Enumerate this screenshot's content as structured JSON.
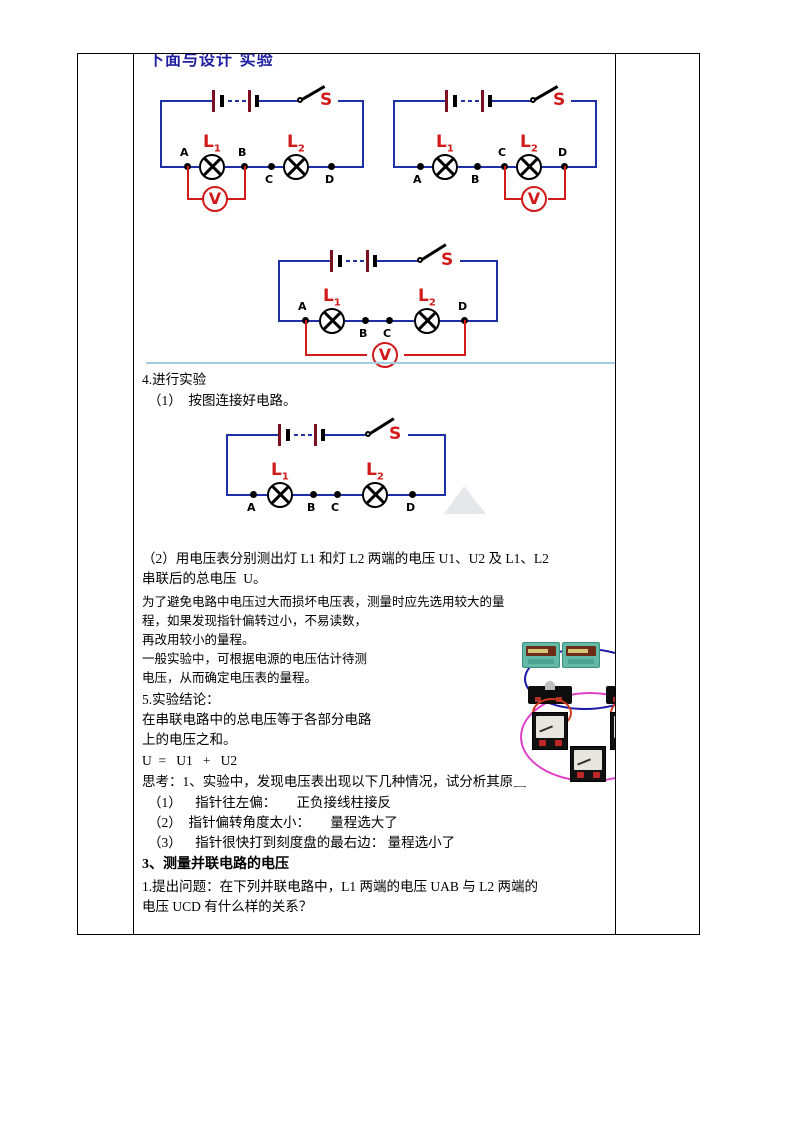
{
  "document": {
    "clipped_title": "下面与设计 实验"
  },
  "section_labels": {
    "step4": "4.进行实验",
    "step4_1": "（1）  按图连接好电路。",
    "step4_2_line1": "（2）用电压表分别测出灯 L1 和灯 L2 两端的电压 U1、U2 及 L1、L2",
    "step4_2_line2": "串联后的总电压  U。",
    "note_line1": "为了避免电路中电压过大而损坏电压表，测量时应先选用较大的量",
    "note_line2": "程，如果发现指针偏转过小，不易读数，",
    "note_line3": "再改用较小的量程。",
    "note_line4": "一般实验中，可根据电源的电压估计待测",
    "note_line5": "电压，从而确定电压表的量程。",
    "step5": "5.实验结论：",
    "conclusion_line1": "在串联电路中的总电压等于各部分电路",
    "conclusion_line2": "上的电压之和。",
    "formula": "U  =   U1   +   U2",
    "think_intro": "思考：1、实验中，发现电压表出现以下几种情况，试分析其原因",
    "think_1": "（1）    指针往左偏：      正负接线柱接反",
    "think_2": "（2）  指针偏转角度太小：      量程选大了",
    "think_3": "（3）    指针很快打到刻度盘的最右边： 量程选小了",
    "heading3": "3、测量并联电路的电压",
    "q1_line1": "1.提出问题：在下列并联电路中，L1 两端的电压 UAB 与 L2 两端的",
    "q1_line2": "电压 UCD 有什么样的关系？"
  },
  "circuits": [
    {
      "id": "circuit-1",
      "caption": "series circuit with voltmeter across L1 (A-B)",
      "switch_label": "S",
      "lamp1_label": "L",
      "lamp1_sub": "1",
      "lamp2_label": "L",
      "lamp2_sub": "2",
      "nodes": [
        "A",
        "B",
        "C",
        "D"
      ],
      "meter_label": "V",
      "meter_span": "A-B"
    },
    {
      "id": "circuit-2",
      "caption": "series circuit with voltmeter across L2 (C-D)",
      "switch_label": "S",
      "lamp1_label": "L",
      "lamp1_sub": "1",
      "lamp2_label": "L",
      "lamp2_sub": "2",
      "nodes": [
        "A",
        "B",
        "C",
        "D"
      ],
      "meter_label": "V",
      "meter_span": "C-D"
    },
    {
      "id": "circuit-3",
      "caption": "series circuit with voltmeter across A-D (total)",
      "switch_label": "S",
      "lamp1_label": "L",
      "lamp1_sub": "1",
      "lamp2_label": "L",
      "lamp2_sub": "2",
      "nodes": [
        "A",
        "B",
        "C",
        "D"
      ],
      "meter_label": "V",
      "meter_span": "A-D"
    },
    {
      "id": "circuit-4",
      "caption": "series circuit, no voltmeter connected",
      "switch_label": "S",
      "lamp1_label": "L",
      "lamp1_sub": "1",
      "lamp2_label": "L",
      "lamp2_sub": "2",
      "nodes": [
        "A",
        "B",
        "C",
        "D"
      ],
      "meter_label": "",
      "meter_span": ""
    }
  ],
  "photo": {
    "caption": "photograph of real series-circuit apparatus: two battery holders, knife switch, two lamp holders and three voltmeters wired together"
  },
  "colors": {
    "wire_blue": "#1f2fa8",
    "wire_red": "#d11a1a",
    "title_blue": "#1f1fa0",
    "rule_blue": "#9fcfe0",
    "table_border": "#000000",
    "photo_loop_pink": "#e040c8"
  }
}
